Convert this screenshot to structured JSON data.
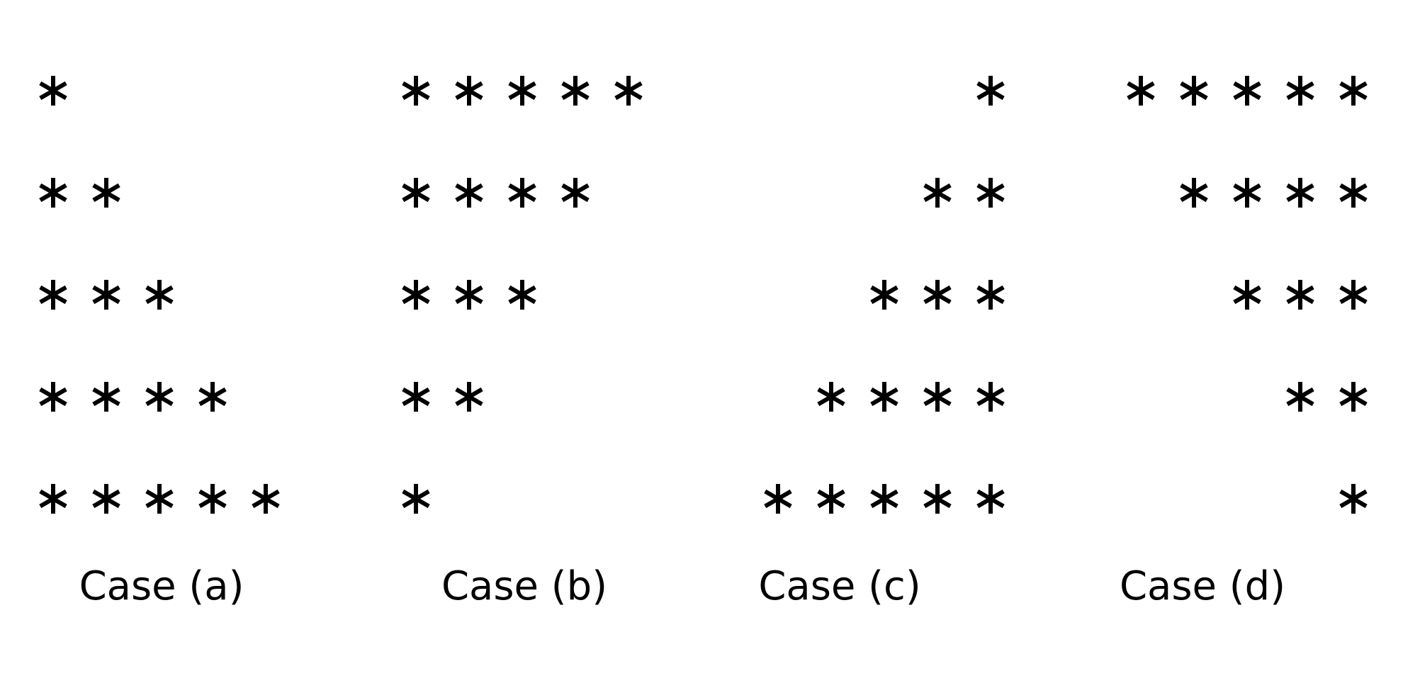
{
  "cases": [
    {
      "id": "a",
      "label": "Case (a)",
      "alignment": "left",
      "rows": [
        1,
        2,
        3,
        4,
        5
      ]
    },
    {
      "id": "b",
      "label": "Case (b)",
      "alignment": "left",
      "rows": [
        5,
        4,
        3,
        2,
        1
      ]
    },
    {
      "id": "c",
      "label": "Case (c)",
      "alignment": "right",
      "rows": [
        1,
        2,
        3,
        4,
        5
      ]
    },
    {
      "id": "d",
      "label": "Case (d)",
      "alignment": "right",
      "rows": [
        5,
        4,
        3,
        2,
        1
      ]
    }
  ],
  "symbol": "*"
}
